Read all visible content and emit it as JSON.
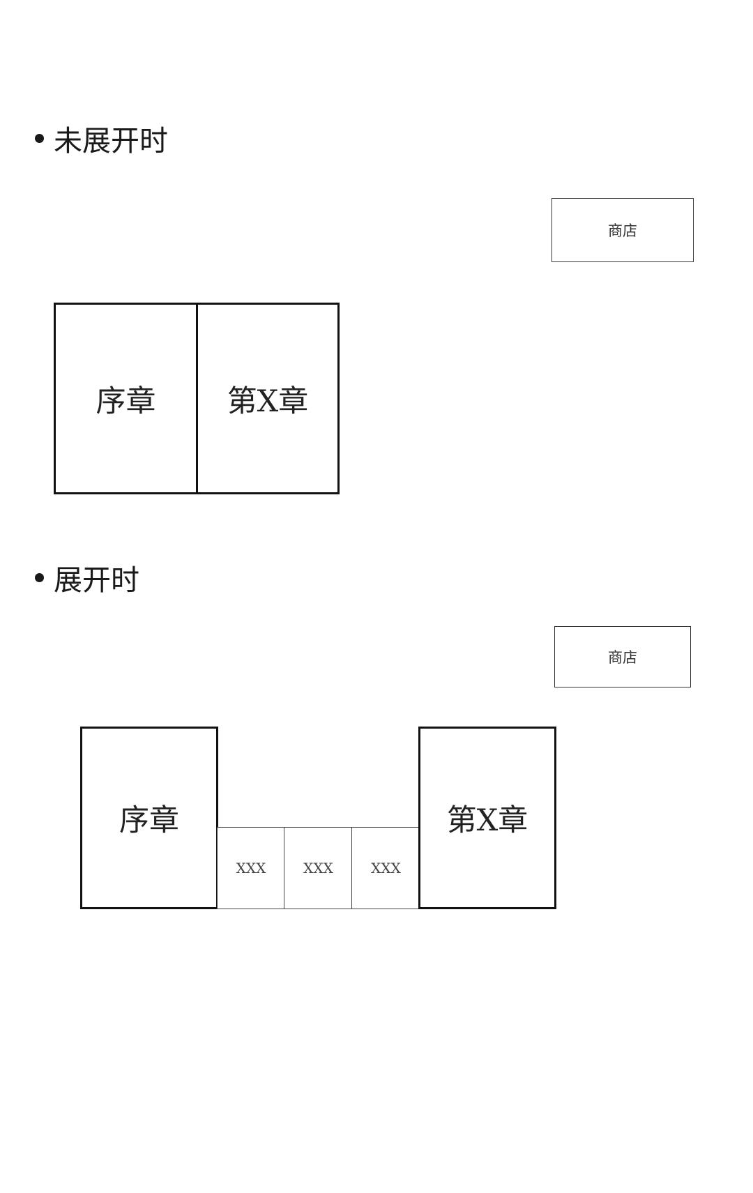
{
  "collapsed": {
    "heading": "未展开时",
    "shop_label": "商店",
    "chapters": [
      "序章",
      "第X章"
    ]
  },
  "expanded": {
    "heading": "展开时",
    "shop_label": "商店",
    "chapters": [
      "序章",
      "第X章"
    ],
    "sub_items": [
      "XXX",
      "XXX",
      "XXX"
    ]
  }
}
